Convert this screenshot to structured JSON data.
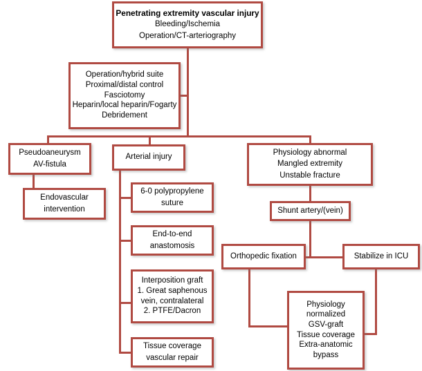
{
  "diagram": {
    "title": "Penetrating extremity vascular injury management algorithm",
    "type": "flowchart",
    "accent_color": "#b04a42",
    "background_color": "#ffffff",
    "text_color": "#000000",
    "nodes": [
      {
        "id": "root",
        "name": "penetrating-extremity-vascular-injury",
        "lines": [
          "Penetrating extremity vascular injury",
          "Bleeding/Ischemia",
          "Operation/CT-arteriography"
        ],
        "bold_first_line": true
      },
      {
        "id": "initial-management",
        "name": "initial-management",
        "lines": [
          "Operation/hybrid suite",
          "Proximal/distal control",
          "Fasciotomy",
          "Heparin/local heparin/Fogarty",
          "Debridement"
        ],
        "bold_first_line": false
      },
      {
        "id": "pseudoaneurysm",
        "name": "pseudoaneurysm-av-fistula",
        "lines": [
          "Pseudoaneurysm",
          "AV-fistula"
        ],
        "bold_first_line": false
      },
      {
        "id": "endovascular",
        "name": "endovascular-intervention",
        "lines": [
          "Endovascular",
          "intervention"
        ],
        "bold_first_line": false
      },
      {
        "id": "arterial-injury",
        "name": "arterial-injury",
        "lines": [
          "Arterial injury"
        ],
        "bold_first_line": false
      },
      {
        "id": "suture",
        "name": "polypropylene-suture",
        "lines": [
          "6-0 polypropylene",
          "suture"
        ],
        "bold_first_line": false
      },
      {
        "id": "anastomosis",
        "name": "end-to-end-anastomosis",
        "lines": [
          "End-to-end",
          "anastomosis"
        ],
        "bold_first_line": false
      },
      {
        "id": "interposition-graft",
        "name": "interposition-graft",
        "lines": [
          "Interposition graft",
          "1. Great saphenous",
          "vein, contralateral",
          "2. PTFE/Dacron"
        ],
        "bold_first_line": false
      },
      {
        "id": "tissue-coverage",
        "name": "tissue-coverage-vascular-repair",
        "lines": [
          "Tissue coverage",
          "vascular repair"
        ],
        "bold_first_line": false
      },
      {
        "id": "physiology-abnormal",
        "name": "physiology-abnormal",
        "lines": [
          "Physiology abnormal",
          "Mangled extremity",
          "Unstable fracture"
        ],
        "bold_first_line": false
      },
      {
        "id": "shunt",
        "name": "shunt-artery-vein",
        "lines": [
          "Shunt artery/(vein)"
        ],
        "bold_first_line": false
      },
      {
        "id": "orthopedic-fixation",
        "name": "orthopedic-fixation",
        "lines": [
          "Orthopedic  fixation"
        ],
        "bold_first_line": false
      },
      {
        "id": "stabilize-icu",
        "name": "stabilize-in-icu",
        "lines": [
          "Stabilize in ICU"
        ],
        "bold_first_line": false
      },
      {
        "id": "definitive-repair",
        "name": "definitive-repair",
        "lines": [
          "Physiology",
          "normalized",
          "GSV-graft",
          "Tissue coverage",
          "Extra-anatomic",
          "bypass"
        ],
        "bold_first_line": false
      }
    ]
  }
}
